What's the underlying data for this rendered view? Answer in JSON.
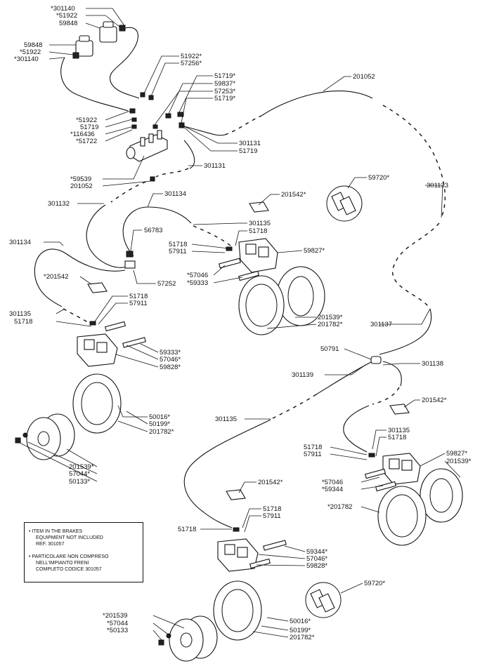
{
  "labels": {
    "t301140a": "*301140",
    "t51922a": "*51922",
    "t59848a": "59848",
    "t59848b": "59848",
    "t51922b": "*51922",
    "t301140b": "*301140",
    "t51922c": "51922*",
    "t57256": "57256*",
    "t51719a": "51719*",
    "t59837": "59837*",
    "t57253": "57253*",
    "t51719b": "51719*",
    "t201052a": "201052",
    "t51922d": "*51922",
    "t51719c": "51719",
    "t116436": "*116436",
    "t51722": "*51722",
    "t301131a": "301131",
    "t51719d": "51719",
    "t301131b": "301131",
    "t59539": "*59539",
    "t201052b": "201052",
    "t301132": "301132",
    "t301134a": "301134",
    "t201542a": "201542*",
    "t59720a": "59720*",
    "t301133": "301133",
    "t301135a": "301135",
    "t51718a": "51718",
    "t56783": "56783",
    "t51718b": "51718",
    "t57911a": "57911",
    "t59827a": "59827*",
    "t301134b": "301134",
    "t57252": "57252",
    "t57046a": "*57046",
    "t59333a": "*59333",
    "t201542b": "*201542",
    "t51718c": "51718",
    "t57911b": "57911",
    "t201539a": "201539*",
    "t201782a": "201782*",
    "t301137": "301137",
    "t301135b": "301135",
    "t51718d": "51718",
    "t59333b": "59333*",
    "t57046b": "57046*",
    "t59828a": "59828*",
    "t50791": "50791",
    "t301138": "301138",
    "t301139": "301139",
    "t201542c": "201542*",
    "t50016a": "50016*",
    "t301135c": "301135",
    "t50199a": "50199*",
    "t201782b": "201782*",
    "t301135d": "301135",
    "t51718e": "51718",
    "t51718f": "51718",
    "t57911c": "57911",
    "t59827b": "59827*",
    "t201539b": "201539*",
    "t201539c": "201539*",
    "t57044a": "57044*",
    "t50133a": "50133*",
    "t57046c": "*57046",
    "t59344a": "*59344",
    "t201542d": "201542*",
    "t201782c": "*201782",
    "t51718g": "51718",
    "t57911d": "57911",
    "t51718h": "51718",
    "t59344b": "59344*",
    "t57046d": "57046*",
    "t59828b": "59828*",
    "t59720b": "59720*",
    "t201539d": "*201539",
    "t57044b": "*57044",
    "t50133b": "*50133",
    "t50016b": "50016*",
    "t50199b": "50199*",
    "t201782d": "201782*"
  },
  "note": {
    "en1": "•  ITEM IN THE BRAKES",
    "en2": "EQUIPMENT NOT INCLUDED",
    "en3": "REF. 301057",
    "it1": "•  PARTICOLARE NON COMPRESO",
    "it2": "NELL'IMPIANTO FRENI",
    "it3": "COMPLETO CODICE 301057"
  }
}
